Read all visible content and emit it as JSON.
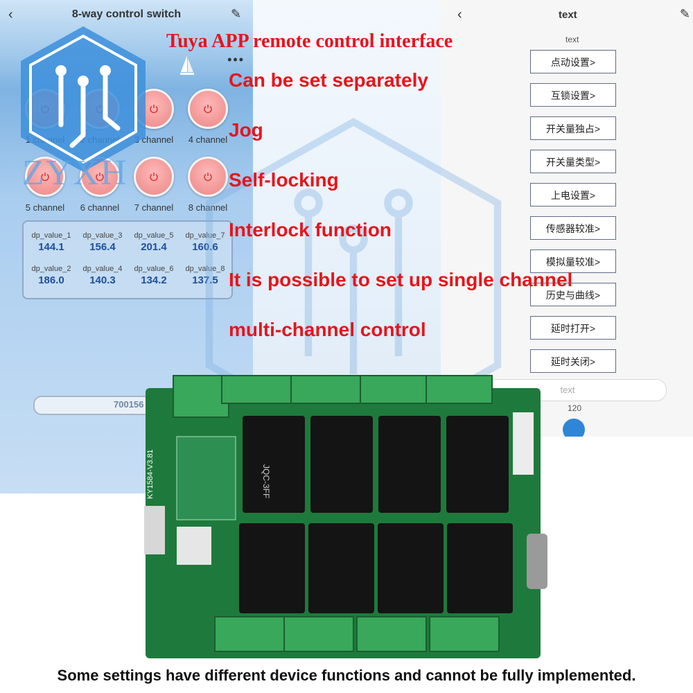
{
  "left_app": {
    "title": "8-way control switch",
    "channels": [
      {
        "label": "1 channel"
      },
      {
        "label": "2 channel"
      },
      {
        "label": "3 channel"
      },
      {
        "label": "4 channel"
      },
      {
        "label": "5 channel"
      },
      {
        "label": "6 channel"
      },
      {
        "label": "7 channel"
      },
      {
        "label": "8 channel"
      }
    ],
    "dp_values": [
      {
        "name": "dp_value_1",
        "value": "144.1"
      },
      {
        "name": "dp_value_3",
        "value": "156.4"
      },
      {
        "name": "dp_value_5",
        "value": "201.4"
      },
      {
        "name": "dp_value_7",
        "value": "160.6"
      },
      {
        "name": "dp_value_2",
        "value": "186.0"
      },
      {
        "name": "dp_value_4",
        "value": "140.3"
      },
      {
        "name": "dp_value_6",
        "value": "134.2"
      },
      {
        "name": "dp_value_8",
        "value": "137.5"
      }
    ],
    "bottom_value": "700156"
  },
  "right_app": {
    "title": "text",
    "subtitle": "text",
    "buttons": [
      "点动设置>",
      "互锁设置>",
      "开关量独占>",
      "开关量类型>",
      "上电设置>",
      "传感器较准>",
      "模拟量较准>",
      "历史与曲线>",
      "延时打开>",
      "延时关闭>"
    ],
    "input_placeholder": "text",
    "number": "120"
  },
  "overlay": {
    "headline": "Tuya APP remote control interface",
    "features": [
      "Can be set separately",
      "Jog",
      "Self-locking",
      "Interlock function",
      "It is possible to set up single channel",
      "multi-channel control"
    ]
  },
  "logo": {
    "text": "ZYXH"
  },
  "board": {
    "relay_model": "JQC-3FF",
    "module_label": "KY1584-V3.81"
  },
  "footer": "Some settings have different device functions and cannot be fully implemented.",
  "colors": {
    "accent_red": "#e8141c",
    "logo_blue": "#3d8fdc",
    "board_green": "#1e7a3c"
  }
}
